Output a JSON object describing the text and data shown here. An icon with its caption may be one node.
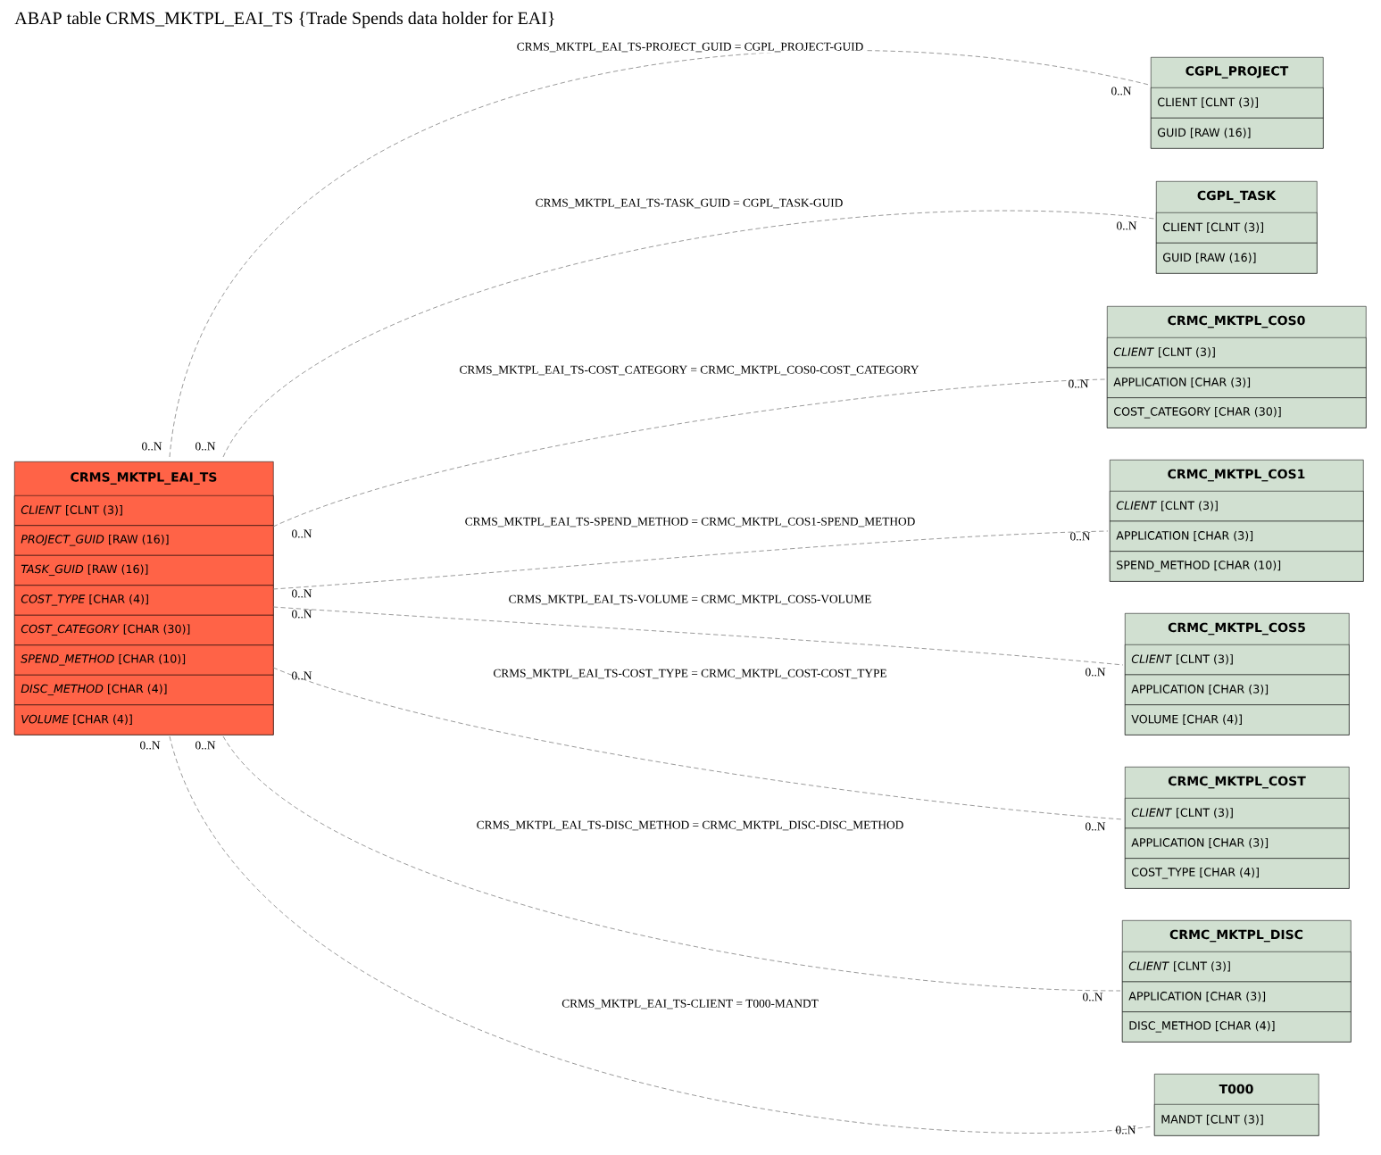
{
  "diagram": {
    "title": "ABAP table CRMS_MKTPL_EAI_TS {Trade Spends data holder for EAI}",
    "nodes": [
      {
        "text": [
          "CRMS_MKTPL_EAI_TS",
          "*CLIENT* [CLNT (3)]",
          "*PROJECT_GUID* [RAW (16)]",
          "*TASK_GUID* [RAW (16)]",
          "*COST_TYPE* [CHAR (4)]",
          "*COST_CATEGORY* [CHAR (30)]",
          "*SPEND_METHOD* [CHAR (10)]",
          "*DISC_METHOD* [CHAR (4)]",
          "*VOLUME* [CHAR (4)]"
        ]
      },
      {
        "text": [
          "CGPL_PROJECT",
          "CLIENT [CLNT (3)]",
          "GUID [RAW (16)]"
        ]
      },
      {
        "text": [
          "CGPL_TASK",
          "CLIENT [CLNT (3)]",
          "GUID [RAW (16)]"
        ]
      },
      {
        "text": [
          "CRMC_MKTPL_COS0",
          "*CLIENT* [CLNT (3)]",
          "APPLICATION [CHAR (3)]",
          "COST_CATEGORY [CHAR (30)]"
        ]
      },
      {
        "text": [
          "CRMC_MKTPL_COS1",
          "*CLIENT* [CLNT (3)]",
          "APPLICATION [CHAR (3)]",
          "SPEND_METHOD [CHAR (10)]"
        ]
      },
      {
        "text": [
          "CRMC_MKTPL_COS5",
          "*CLIENT* [CLNT (3)]",
          "APPLICATION [CHAR (3)]",
          "VOLUME [CHAR (4)]"
        ]
      },
      {
        "text": [
          "CRMC_MKTPL_COST",
          "*CLIENT* [CLNT (3)]",
          "APPLICATION [CHAR (3)]",
          "COST_TYPE [CHAR (4)]"
        ]
      },
      {
        "text": [
          "CRMC_MKTPL_DISC",
          "*CLIENT* [CLNT (3)]",
          "APPLICATION [CHAR (3)]",
          "DISC_METHOD [CHAR (4)]"
        ]
      },
      {
        "text": [
          "T000",
          "MANDT [CLNT (3)]"
        ]
      }
    ],
    "edges": [
      {
        "from": 0,
        "to": 1,
        "arrow": "none",
        "style": "dashed",
        "label": "CRMS_MKTPL_EAI_TS-PROJECT_GUID = CGPL_PROJECT-GUID"
      },
      {
        "from": 0,
        "to": 2,
        "arrow": "none",
        "style": "dashed",
        "label": "CRMS_MKTPL_EAI_TS-TASK_GUID = CGPL_TASK-GUID"
      },
      {
        "from": 0,
        "to": 3,
        "arrow": "none",
        "style": "dashed",
        "label": "CRMS_MKTPL_EAI_TS-COST_CATEGORY = CRMC_MKTPL_COS0-COST_CATEGORY"
      },
      {
        "from": 0,
        "to": 4,
        "arrow": "none",
        "style": "dashed",
        "label": "CRMS_MKTPL_EAI_TS-SPEND_METHOD = CRMC_MKTPL_COS1-SPEND_METHOD"
      },
      {
        "from": 0,
        "to": 5,
        "arrow": "none",
        "style": "dashed",
        "label": "CRMS_MKTPL_EAI_TS-VOLUME = CRMC_MKTPL_COS5-VOLUME"
      },
      {
        "from": 0,
        "to": 6,
        "arrow": "none",
        "style": "dashed",
        "label": "CRMS_MKTPL_EAI_TS-COST_TYPE = CRMC_MKTPL_COST-COST_TYPE"
      },
      {
        "from": 0,
        "to": 7,
        "arrow": "none",
        "style": "dashed",
        "label": "CRMS_MKTPL_EAI_TS-DISC_METHOD = CRMC_MKTPL_DISC-DISC_METHOD"
      },
      {
        "from": 0,
        "to": 8,
        "arrow": "none",
        "style": "dashed",
        "label": "CRMS_MKTPL_EAI_TS-CLIENT = T000-MANDT"
      }
    ],
    "labels": [
      "0..N",
      "0..N",
      "0..N",
      "0..N",
      "0..N",
      "0..N",
      "0..N",
      "0..N",
      "0..N",
      "0..N",
      "0..N",
      "0..N",
      "0..N",
      "0..N",
      "0..N",
      "0..N"
    ]
  }
}
